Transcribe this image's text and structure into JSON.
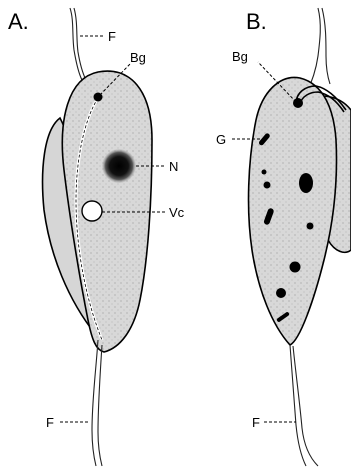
{
  "figure": {
    "panels": [
      {
        "id": "A",
        "label": "A.",
        "annotations": {
          "flagellum_top": "F",
          "basal_granule": "Bg",
          "nucleus": "N",
          "vacuole": "Vc",
          "flagellum_bottom": "F"
        }
      },
      {
        "id": "B",
        "label": "B.",
        "annotations": {
          "basal_granule": "Bg",
          "granules": "G",
          "flagellum_bottom": "F"
        }
      }
    ],
    "colors": {
      "cell_fill": "#d6d6d6",
      "outline": "#000000",
      "organelle": "#000000"
    }
  }
}
